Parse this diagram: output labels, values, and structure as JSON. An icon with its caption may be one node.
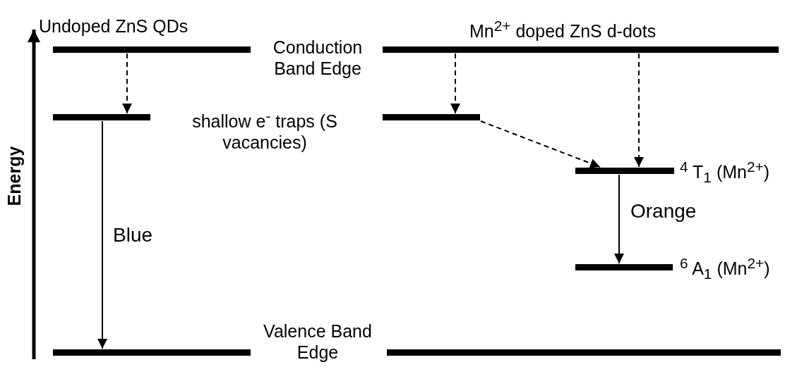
{
  "diagram": {
    "nodes": [
      {
        "text": [],
        "shape": "bar"
      },
      {
        "text": [],
        "shape": "bar"
      },
      {
        "text": [],
        "shape": "bar"
      },
      {
        "text": [],
        "shape": "bar"
      },
      {
        "text": [],
        "shape": "bar",
        "beside": [
          "$^{4}$ T$_{1}$ (Mn$^{2+}$)"
        ]
      },
      {
        "text": [],
        "shape": "bar",
        "beside": [
          "$^{6}$ A$_{1}$ (Mn$^{2+}$)"
        ]
      },
      {
        "text": [],
        "shape": "bar"
      },
      {
        "text": [],
        "shape": "bar"
      }
    ],
    "edges": [
      {
        "from": 0,
        "to": 2,
        "arrow": "to",
        "style": "dashed"
      },
      {
        "from": 2,
        "to": 6,
        "arrow": "to",
        "label": "Blue"
      },
      {
        "from": 1,
        "to": 3,
        "arrow": "to",
        "style": "dashed"
      },
      {
        "from": 3,
        "to": 4,
        "arrow": "to",
        "style": "dashed"
      },
      {
        "from": 1,
        "to": 4,
        "arrow": "to",
        "style": "dashed"
      },
      {
        "from": 4,
        "to": 5,
        "arrow": "to",
        "label": "Orange"
      }
    ],
    "labels": [
      "Undoped ZnS QDs",
      "Mn$^{2+}$ doped ZnS d-dots",
      "Conduction Band Edge",
      "shallow e$^{-}$ traps (S vacancies)",
      "Energy",
      "Valence Band Edge"
    ]
  }
}
